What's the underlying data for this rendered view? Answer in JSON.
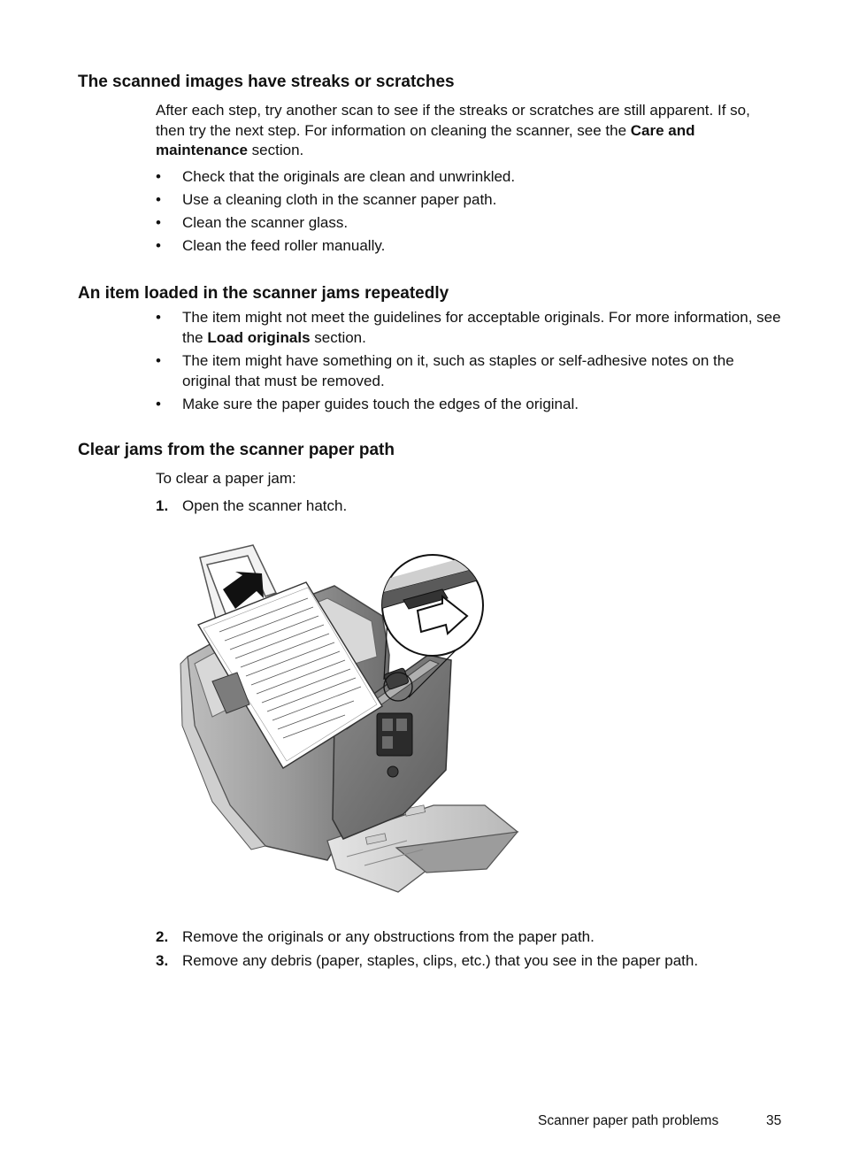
{
  "sections": [
    {
      "heading": "The scanned images have streaks or scratches",
      "intro": {
        "before": "After each step, try another scan to see if the streaks or scratches are still apparent. If so, then try the next step. For information on cleaning the scanner, see the ",
        "bold": "Care and maintenance",
        "after": " section."
      },
      "bullets": [
        "Check that the originals are clean and unwrinkled.",
        "Use a cleaning cloth in the scanner paper path.",
        "Clean the scanner glass.",
        "Clean the feed roller manually."
      ]
    },
    {
      "heading": "An item loaded in the scanner jams repeatedly",
      "bullet1": {
        "before": "The item might not meet the guidelines for acceptable originals. For more information, see the ",
        "bold": "Load originals",
        "after": " section."
      },
      "bullets": [
        "The item might have something on it, such as staples or self-adhesive notes on the original that must be removed.",
        "Make sure the paper guides touch the edges of the original."
      ]
    },
    {
      "heading": "Clear jams from the scanner paper path",
      "intro": "To clear a paper jam:",
      "steps": [
        {
          "num": "1.",
          "text": "Open the scanner hatch."
        },
        {
          "num": "2.",
          "text": "Remove the originals or any obstructions from the paper path."
        },
        {
          "num": "3.",
          "text": "Remove any debris (paper, staples, clips, etc.) that you see in the paper path."
        }
      ]
    }
  ],
  "bullet_glyph": "•",
  "footer": {
    "section": "Scanner paper path problems",
    "page": "35"
  }
}
